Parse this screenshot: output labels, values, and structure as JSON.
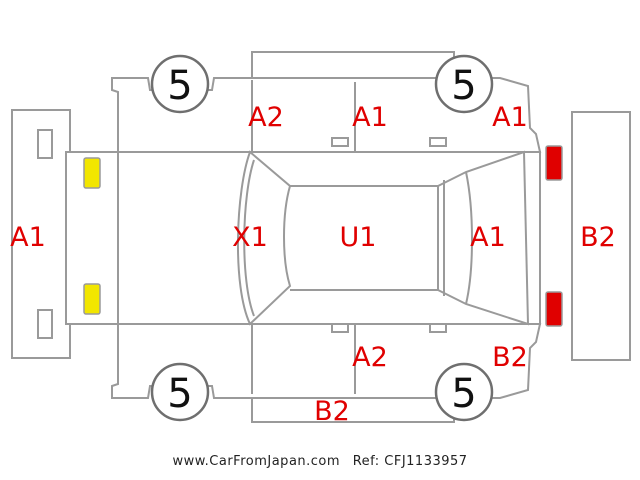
{
  "codes": {
    "front_bumper": "A1",
    "rear_bumper": "B2",
    "hood": "X1",
    "roof": "U1",
    "rear_glass": "A1",
    "left_front_door": "A2",
    "left_rear_door": "A1",
    "left_rear_quarter": "A1",
    "right_rear_door": "A2",
    "right_rear_quarter": "B2",
    "right_rocker": "B2"
  },
  "tires": {
    "left_front": "5",
    "left_rear": "5",
    "right_front": "5",
    "right_rear": "5"
  },
  "lights": {
    "front_color": "#f2e600",
    "rear_color": "#e00000"
  },
  "footer": {
    "site": "www.CarFromJapan.com",
    "ref": "Ref: CFJ1133957"
  }
}
